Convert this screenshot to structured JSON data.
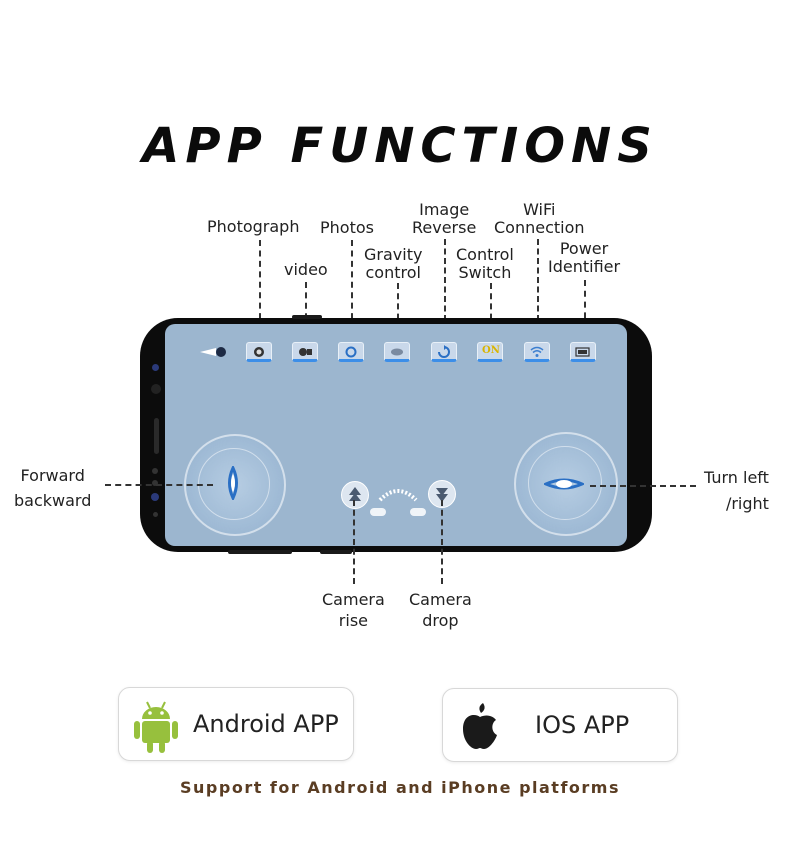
{
  "title": "APP FUNCTIONS",
  "labels": {
    "photograph": "Photograph",
    "photos": "Photos",
    "image_reverse": [
      "Image",
      "Reverse"
    ],
    "wifi": [
      "WiFi",
      "Connection"
    ],
    "video": "video",
    "gravity": [
      "Gravity",
      "control"
    ],
    "control_switch": [
      "Control",
      "Switch"
    ],
    "power": [
      "Power",
      "Identifier"
    ],
    "forward_backward": [
      "Forward",
      "backward"
    ],
    "turn": [
      "Turn left",
      "/right"
    ],
    "camera_rise": [
      "Camera",
      "rise"
    ],
    "camera_drop": [
      "Camera",
      "drop"
    ]
  },
  "screen_icons": [
    "back-icon",
    "photograph-icon",
    "video-icon",
    "photos-icon",
    "gravity-icon",
    "image-reverse-icon",
    "control-switch-icon",
    "wifi-icon",
    "battery-icon"
  ],
  "switch_icon_text": "ON",
  "buttons": {
    "android": "Android APP",
    "ios": "IOS APP"
  },
  "tagline": "Support for Android and iPhone platforms",
  "colors": {
    "screen": "#9cb6cf",
    "icon_accent": "#3c8ee8",
    "android_green": "#97c03d",
    "tagline": "#5a3d23"
  }
}
